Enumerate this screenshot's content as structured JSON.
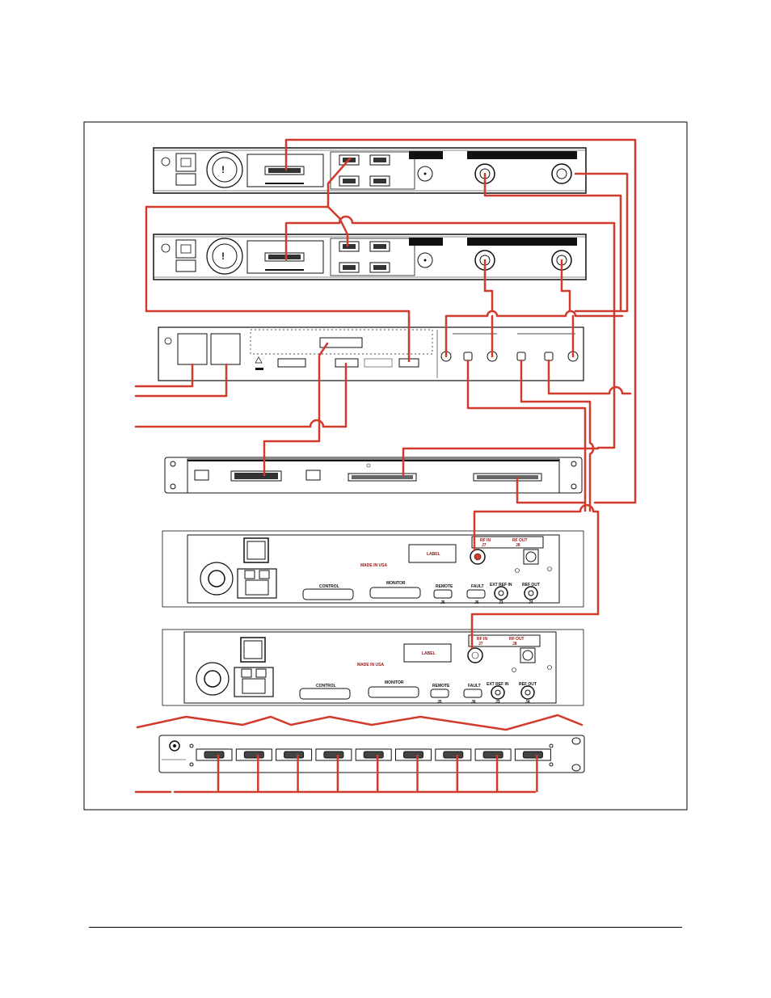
{
  "colors": {
    "cable": "#d23a2c",
    "outline": "#111111",
    "frame": "#000000",
    "panel": "#ffffff",
    "text_red": "#8b1a1a"
  },
  "labels": {
    "upper_unit": {
      "label_box": "LABEL",
      "made_in": "MADE IN USA",
      "control": "CONTROL",
      "monitor": "MONITOR",
      "remote": "REMOTE",
      "remote_j": "J5",
      "fault": "FAULT",
      "fault_j": "J6",
      "ext_ref": "EXT REF IN",
      "ext_ref_j": "J3",
      "ref_out": "REF OUT",
      "ref_out_j": "J4",
      "rf_in": "RF IN",
      "rf_in_j": "J7",
      "rf_out": "RF OUT",
      "rf_out_j": "J8"
    },
    "lower_unit": {
      "label_box": "LABEL",
      "made_in": "MADE IN USA",
      "control": "CONTROL",
      "monitor": "MONITOR",
      "remote": "REMOTE",
      "remote_j": "J5",
      "fault": "FAULT",
      "fault_j": "J6",
      "ext_ref": "EXT REF IN",
      "ext_ref_j": "J3",
      "ref_out": "REF OUT",
      "ref_out_j": "J4",
      "rf_in": "RF IN",
      "rf_in_j": "J7",
      "rf_out": "RF OUT",
      "rf_out_j": "J8"
    }
  }
}
